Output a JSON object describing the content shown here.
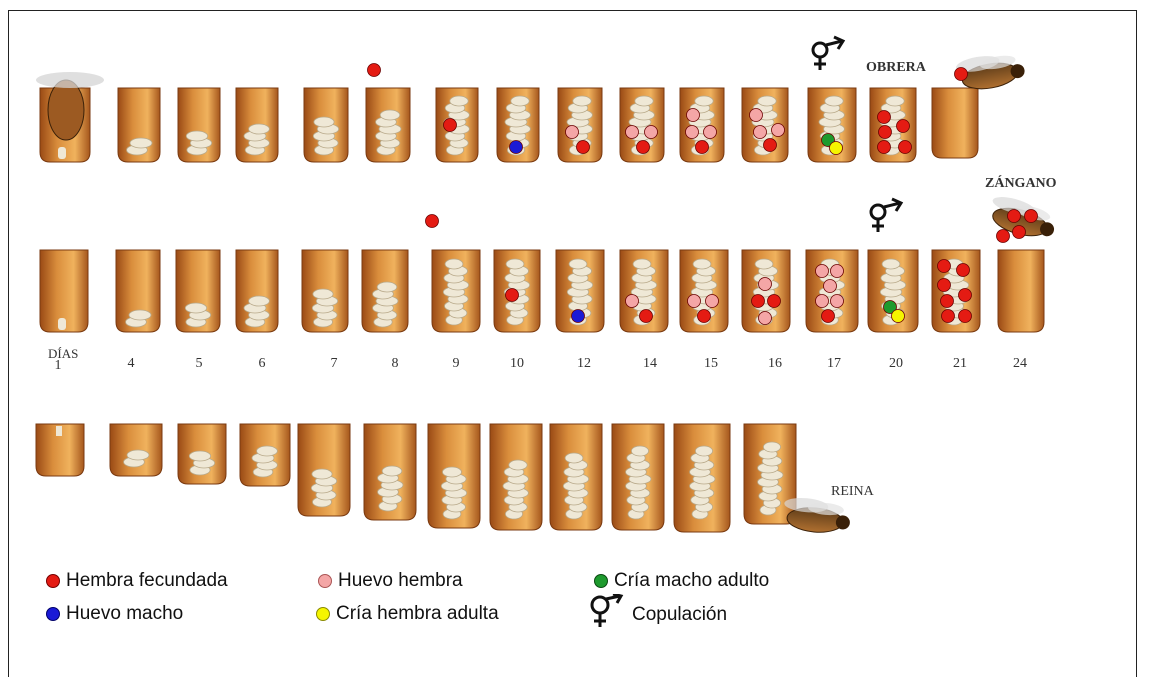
{
  "labels": {
    "obrera": "OBRERA",
    "zangano": "ZÁNGANO",
    "reina": "REINA",
    "dias": "DÍAS"
  },
  "days": [
    "1",
    "4",
    "5",
    "6",
    "7",
    "8",
    "9",
    "10",
    "12",
    "14",
    "15",
    "16",
    "17",
    "20",
    "21",
    "24"
  ],
  "legend": [
    {
      "label": "Hembra fecundada",
      "color": "#e41b13",
      "kind": "dot"
    },
    {
      "label": "Huevo hembra",
      "color": "#f4a6a6",
      "kind": "dot"
    },
    {
      "label": "Cría macho adulto",
      "color": "#1e9a2e",
      "kind": "dot"
    },
    {
      "label": "Huevo macho",
      "color": "#1a1ad6",
      "kind": "dot"
    },
    {
      "label": "Cría hembra adulta",
      "color": "#f5f500",
      "kind": "dot"
    },
    {
      "label": "Copulación",
      "color": "#111111",
      "kind": "symbol"
    }
  ],
  "colors": {
    "cell_dark": "#a4541b",
    "cell_mid": "#d58a3a",
    "cell_light": "#f1b35c",
    "larva": "#efe8d6",
    "hembra_fecundada": "#e41b13",
    "huevo_hembra": "#f4a6a6",
    "cria_macho": "#1e9a2e",
    "huevo_macho": "#1a1ad6",
    "cria_hembra": "#f5f500"
  }
}
